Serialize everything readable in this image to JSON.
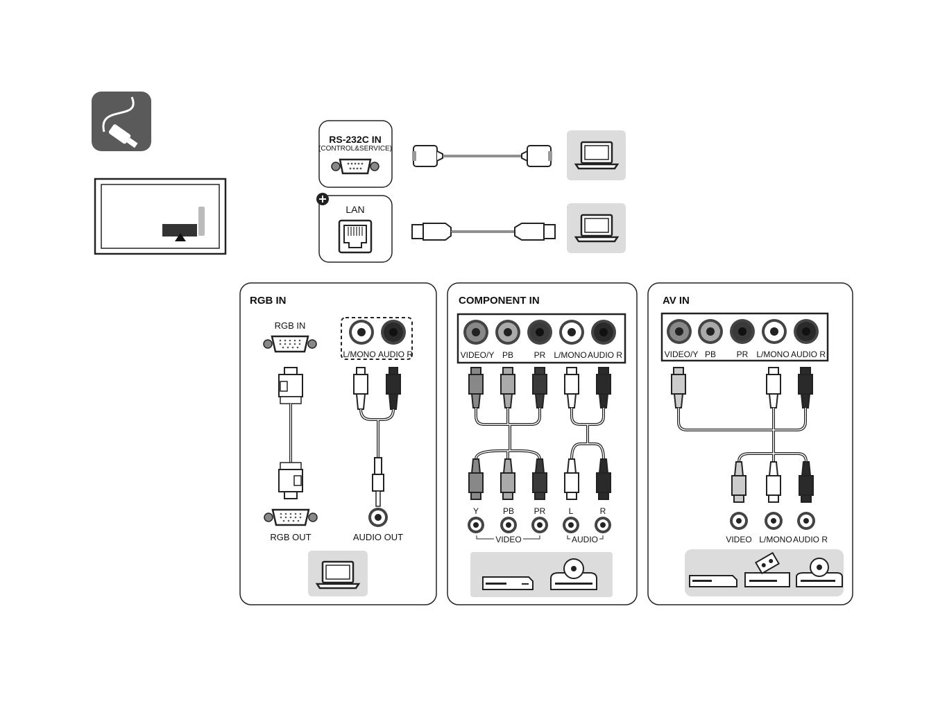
{
  "rs232c": {
    "title": "RS-232C IN",
    "subtitle": "(CONTROL&SERVICE)"
  },
  "lan": {
    "title": "LAN"
  },
  "rgb_panel": {
    "title": "RGB IN",
    "port_in_label": "RGB IN",
    "audio_in_labels": [
      "L/MONO",
      "AUDIO R"
    ],
    "port_out_label": "RGB OUT",
    "audio_out_label": "AUDIO OUT"
  },
  "component_panel": {
    "title": "COMPONENT IN",
    "jack_labels": [
      "VIDEO/Y",
      "PB",
      "PR",
      "L/MONO",
      "AUDIO R"
    ],
    "source_labels": [
      "Y",
      "PB",
      "PR",
      "L",
      "R"
    ],
    "group_video": "VIDEO",
    "group_audio": "AUDIO"
  },
  "av_panel": {
    "title": "AV IN",
    "jack_labels": [
      "VIDEO/Y",
      "PB",
      "PR",
      "L/MONO",
      "AUDIO R"
    ],
    "source_labels": [
      "VIDEO",
      "L/MONO",
      "AUDIO R"
    ]
  },
  "colors": {
    "video": "#888888",
    "pb": "#aaaaaa",
    "pr": "#3a3a3a",
    "white": "#ffffff",
    "red": "#2a2a2a",
    "icon_bg": "#5a5a5a",
    "device_bg": "#dcdcdc"
  },
  "icons": [
    "cable-icon",
    "tv-rear-icon",
    "laptop-icon",
    "dvd-player-icon",
    "disc-player-icon",
    "vcr-icon"
  ]
}
